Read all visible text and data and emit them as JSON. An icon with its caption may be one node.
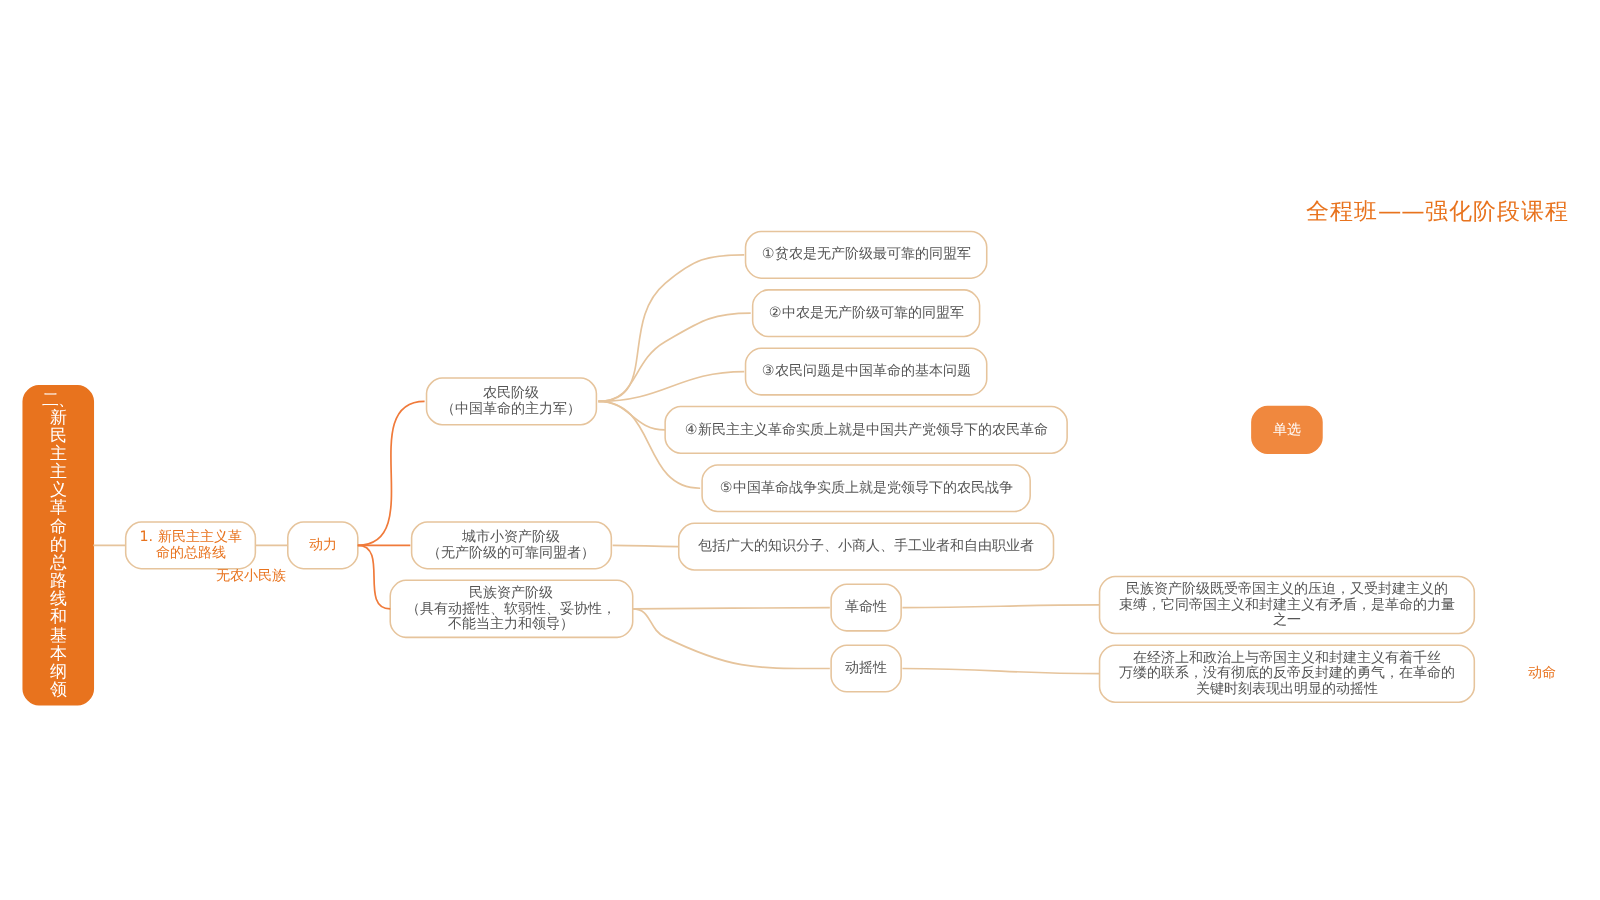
{
  "diagram": {
    "title": "全程班——强化阶段课程",
    "nodes": [
      {
        "text": [
          "二、新民主主义革命的总路线和基本纲领"
        ]
      },
      {
        "text": [
          "1. 新民主主义革命的总路线"
        ]
      },
      {
        "text": [
          "动力"
        ],
        "beside": [
          "无农小民族"
        ]
      },
      {
        "text": [
          "农民阶级",
          "（中国革命的主力军）"
        ]
      },
      {
        "text": [
          "①贫农是无产阶级最可靠的同盟军"
        ]
      },
      {
        "text": [
          "②中农是无产阶级可靠的同盟军"
        ]
      },
      {
        "text": [
          "③农民问题是中国革命的基本问题"
        ]
      },
      {
        "text": [
          "④新民主主义革命实质上就是中国共产党领导下的农民革命"
        ]
      },
      {
        "text": [
          "单选"
        ]
      },
      {
        "text": [
          "⑤中国革命战争实质上就是党领导下的农民战争"
        ]
      },
      {
        "text": [
          "城市小资产阶级",
          "（无产阶级的可靠同盟者）"
        ]
      },
      {
        "text": [
          "包括广大的知识分子、小商人、手工业者和自由职业者"
        ]
      },
      {
        "text": [
          "民族资产阶级",
          "（具有动摇性、软弱性、妥协性，不能当主力和领导）"
        ]
      },
      {
        "text": [
          "革命性"
        ]
      },
      {
        "text": [
          "民族资产阶级既受帝国主义的压迫，又受封建主义的束缚，它同帝国主义和封建主义有矛盾，是革命的力量之一"
        ]
      },
      {
        "text": [
          "动摇性"
        ]
      },
      {
        "text": [
          "在经济上和政治上与帝国主义和封建主义有着千丝万缕的联系，没有彻底的反帝反封建的勇气，在革命的关键时刻表现出明显的动摇性"
        ]
      }
    ],
    "edges": [
      {
        "from": 0,
        "to": 1,
        "arrow": "none"
      },
      {
        "from": 1,
        "to": 2,
        "arrow": "none"
      },
      {
        "from": 2,
        "to": 3,
        "arrow": "none",
        "color": "#f07a3a"
      },
      {
        "from": 2,
        "to": 10,
        "arrow": "none",
        "color": "#f07a3a"
      },
      {
        "from": 2,
        "to": 12,
        "arrow": "none",
        "color": "#f07a3a"
      },
      {
        "from": 3,
        "to": 4,
        "arrow": "none"
      },
      {
        "from": 3,
        "to": 5,
        "arrow": "none"
      },
      {
        "from": 3,
        "to": 6,
        "arrow": "none"
      },
      {
        "from": 3,
        "to": 7,
        "arrow": "none"
      },
      {
        "from": 3,
        "to": 9,
        "arrow": "none"
      },
      {
        "from": 10,
        "to": 11,
        "arrow": "none"
      },
      {
        "from": 12,
        "to": 13,
        "arrow": "none"
      },
      {
        "from": 12,
        "to": 15,
        "arrow": "none"
      },
      {
        "from": 13,
        "to": 14,
        "arrow": "none"
      },
      {
        "from": 15,
        "to": 16,
        "arrow": "none"
      }
    ],
    "labels": [
      "动命"
    ]
  }
}
